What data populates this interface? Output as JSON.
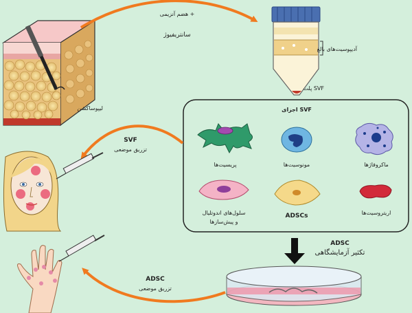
{
  "labels": {
    "enzyme": "هضم آنزیمی +",
    "centrifuge": "سانتریفیوژ",
    "liposuction": "لیپوساکشن",
    "mature_adipocytes": "آدیپوسیت‌های بالغ",
    "svf_pellet": "پلت SVF",
    "svf_components": "اجزای SVF",
    "pericytes": "پریسیت‌ها",
    "monocytes": "مونوسیت‌ها",
    "macrophages": "ماکروفاژها",
    "endothelial_line1": "سلول‌های اندوتلیال",
    "endothelial_line2": "و پیش‌سازها",
    "adscs": "ADSCs",
    "erythrocytes": "اریتروسیت‌ها",
    "svf_title": "SVF",
    "svf_injection": "تزریق موضعی",
    "adsc_title": "ADSC",
    "lab_expansion": "تکثیر آزمایشگاهی",
    "adsc_title_bottom": "ADSC",
    "adsc_injection": "تزریق موضعی"
  },
  "colors": {
    "background": "#d4efdc",
    "arrow": "#f07a1f",
    "box_border": "#222222"
  }
}
